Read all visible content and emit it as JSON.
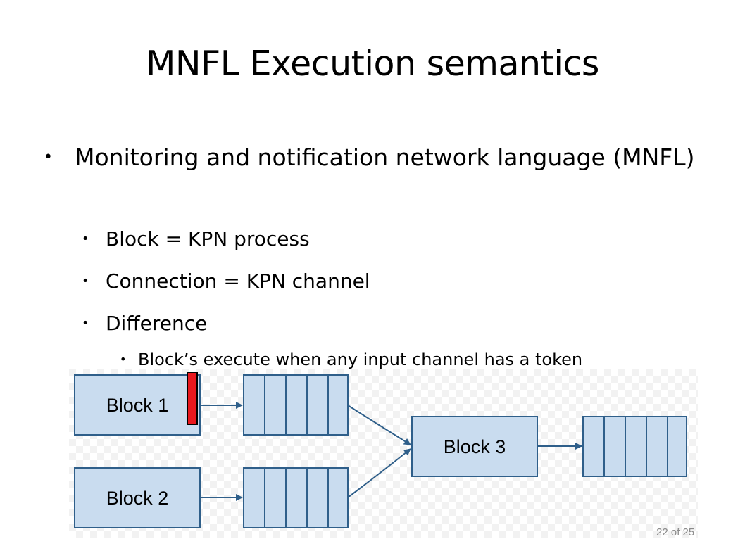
{
  "slide": {
    "title": "MNFL Execution semantics",
    "bullets": [
      {
        "text": "Monitoring and notification network language (MNFL)"
      },
      {
        "text": "Block = KPN process"
      },
      {
        "text": "Connection = KPN channel"
      },
      {
        "text": "Difference"
      },
      {
        "text": "Block’s execute when any input channel has a token"
      }
    ],
    "page_number": "22 of 25"
  },
  "diagram": {
    "blocks": [
      "Block 1",
      "Block 2",
      "Block 3"
    ],
    "queue_slots": 5,
    "colors": {
      "block_fill": "#c9dcef",
      "block_border": "#2f5f8a",
      "arrow": "#2f5f8a",
      "token": "#e8181e"
    }
  }
}
